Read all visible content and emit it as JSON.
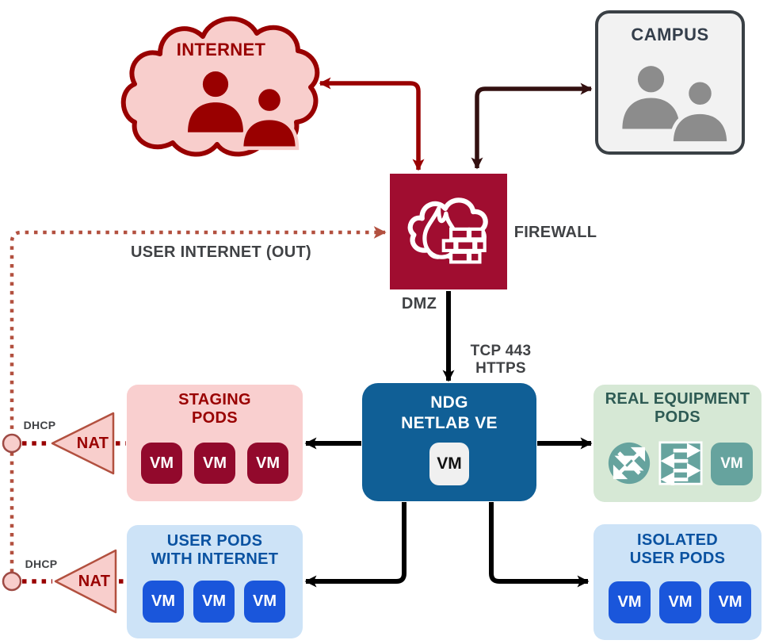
{
  "diagram": {
    "internet": {
      "label": "INTERNET"
    },
    "campus": {
      "label": "CAMPUS"
    },
    "firewall": {
      "label": "FIREWALL",
      "zone_label": "DMZ"
    },
    "user_internet_out": {
      "label": "USER INTERNET (OUT)"
    },
    "https_link": {
      "line1": "TCP 443",
      "line2": "HTTPS"
    },
    "ndg": {
      "title_line1": "NDG",
      "title_line2": "NETLAB VE",
      "vm": "VM"
    },
    "staging_pods": {
      "title_line1": "STAGING",
      "title_line2": "PODS",
      "vms": [
        "VM",
        "VM",
        "VM"
      ]
    },
    "real_equipment_pods": {
      "title_line1": "REAL EQUIPMENT",
      "title_line2": "PODS",
      "vm": "VM"
    },
    "user_pods_internet": {
      "title_line1": "USER PODS",
      "title_line2": "WITH INTERNET",
      "vms": [
        "VM",
        "VM",
        "VM"
      ]
    },
    "isolated_user_pods": {
      "title_line1": "ISOLATED",
      "title_line2": "USER PODS",
      "vms": [
        "VM",
        "VM",
        "VM"
      ]
    },
    "nat_top": {
      "label": "NAT"
    },
    "nat_bottom": {
      "label": "NAT"
    },
    "dhcp_top": {
      "label": "DHCP"
    },
    "dhcp_bottom": {
      "label": "DHCP"
    }
  },
  "colors": {
    "dark_red": "#990000",
    "cloud_fill": "#F8CECC",
    "firewall_fill": "#A00D30",
    "staging_vm_fill": "#92092C",
    "ndg_fill": "#105F96",
    "user_vm_fill": "#1A56DB",
    "pods_blue_fill": "#CDE3F7",
    "pods_green_fill": "#D6E8D5",
    "teal_icon": "#66A39E",
    "campus_fill": "#F2F2F2",
    "campus_border": "#3A4045",
    "dark_maroon_arrow": "#331010",
    "brick_dotted": "#B2503F",
    "label_gray": "#404245",
    "blue_title": "#0A52A1",
    "green_title": "#2E5B54"
  }
}
